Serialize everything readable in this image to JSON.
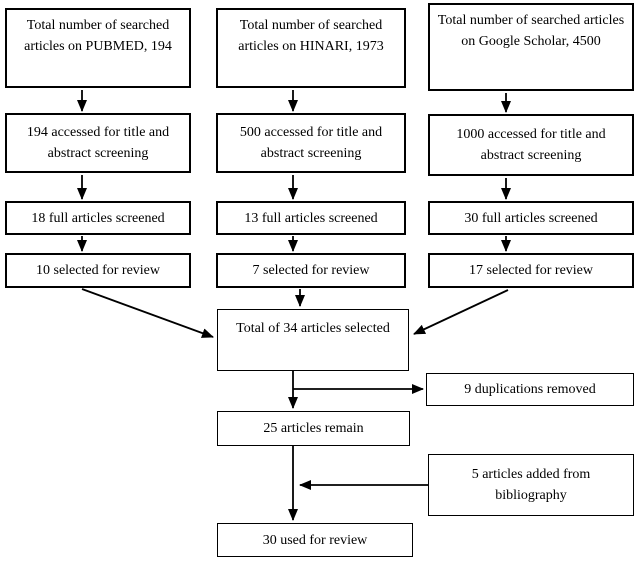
{
  "flowchart": {
    "columns": [
      {
        "source": "PUBMED",
        "searched": "Total number of searched articles on PUBMED, 194",
        "accessed": "194 accessed for title and abstract screening",
        "screened": "18 full articles screened",
        "selected": "10 selected for review"
      },
      {
        "source": "HINARI",
        "searched": "Total number of searched articles on HINARI, 1973",
        "accessed": "500 accessed for title and abstract screening",
        "screened": "13 full articles screened",
        "selected": "7 selected for review"
      },
      {
        "source": "Google Scholar",
        "searched": "Total number of searched articles on Google Scholar, 4500",
        "accessed": "1000 accessed for title and abstract screening",
        "screened": "30 full articles screened",
        "selected": "17 selected for review"
      }
    ],
    "merge": {
      "total_selected": "Total of 34 articles selected",
      "duplications_removed": "9 duplications removed",
      "articles_remain": "25 articles remain",
      "articles_added": "5 articles added from bibliography",
      "used_for_review": "30 used for review"
    },
    "colors": {
      "box_border": "#000000",
      "line": "#000000",
      "text": "#000000",
      "background": "#ffffff"
    }
  }
}
